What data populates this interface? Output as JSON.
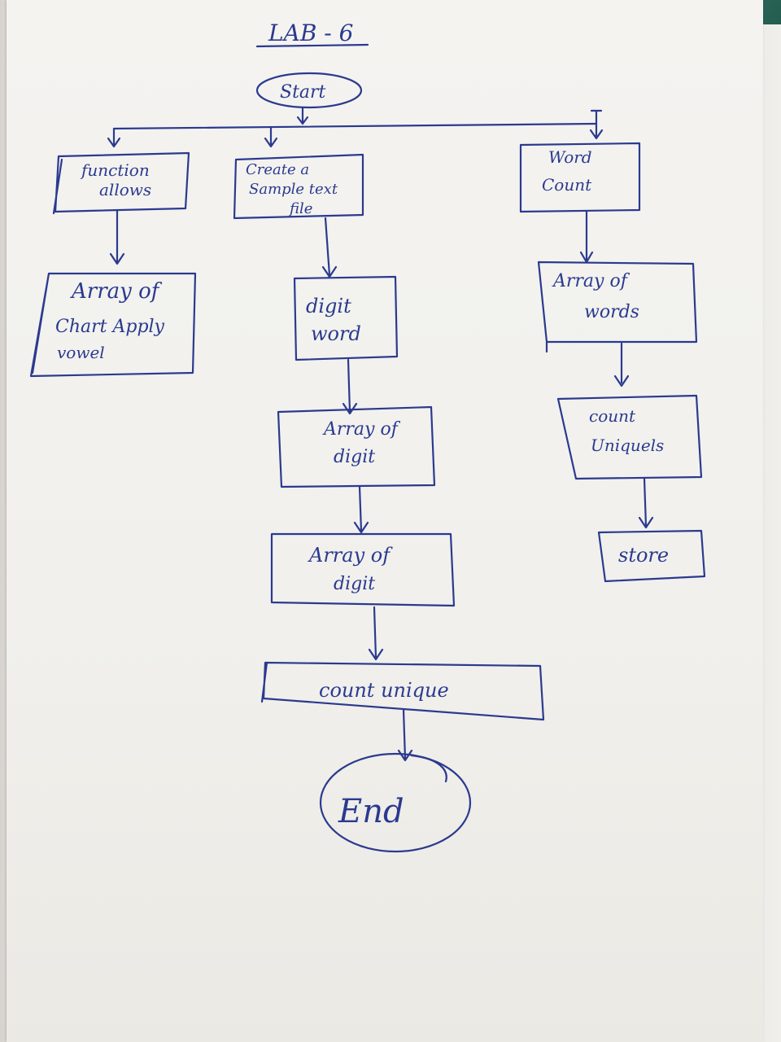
{
  "title": "LAB - 6",
  "nodes": {
    "start": "Start",
    "func": [
      "function",
      "allows"
    ],
    "create": [
      "Create a",
      "Sample text",
      "file"
    ],
    "wordcount": [
      "Word",
      "Count"
    ],
    "arr_char": [
      "Array of",
      "Chart Apply",
      "vowel"
    ],
    "digit_word": [
      "digit",
      "word"
    ],
    "arr_words": [
      "Array of",
      "words"
    ],
    "arr_digit1": [
      "Array of",
      "digit"
    ],
    "count_uniq_r": [
      "count",
      "Uniquels"
    ],
    "arr_digit2": [
      "Array of",
      "digit"
    ],
    "store": "store",
    "count_unique": "count unique",
    "end": "End"
  },
  "colors": {
    "ink": "#2b3a8f",
    "paper": "#f4f3f0"
  }
}
